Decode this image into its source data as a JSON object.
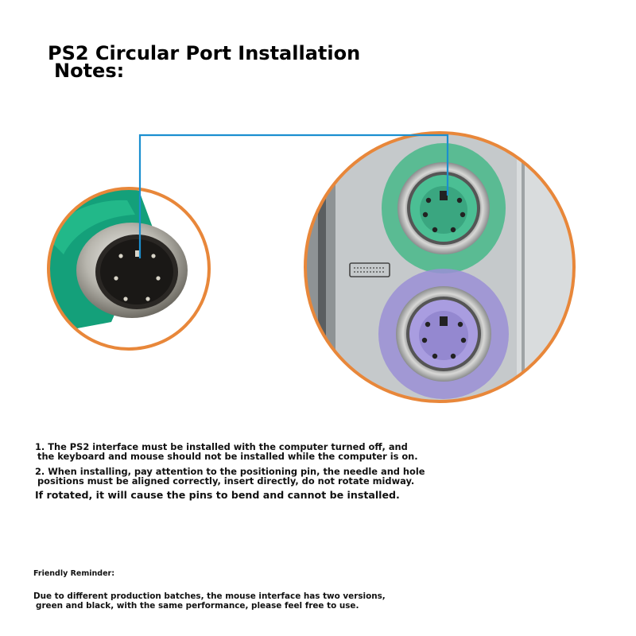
{
  "title": {
    "line1": "PS2 Circular Port Installation",
    "line2": "Notes:"
  },
  "notes": {
    "item1_line1": "1. The PS2 interface must be installed with the computer turned off, and",
    "item1_line2": "the keyboard and mouse should not be installed while the computer is on.",
    "item2_line1": "2. When installing, pay attention to the positioning pin, the needle and hole",
    "item2_line2": "positions must be aligned correctly, insert directly, do not rotate midway.",
    "warning": "If rotated, it will cause the pins to bend and cannot be installed."
  },
  "reminder": {
    "title": "Friendly Reminder:",
    "line1": "Due to different production batches, the mouse interface has two versions,",
    "line2": "green and black, with the same performance, please feel free to use."
  },
  "colors": {
    "circle_outline": "#e8873a",
    "leader_line": "#1b8fd0",
    "port_green": "#46b98a",
    "port_purple": "#9a8fd6",
    "panel_grey": "#b9bdbf"
  },
  "icons": {
    "plug": "ps2-male-plug-icon",
    "keyboard": "keyboard-icon",
    "green_port": "ps2-green-port-icon",
    "purple_port": "ps2-purple-port-icon"
  }
}
